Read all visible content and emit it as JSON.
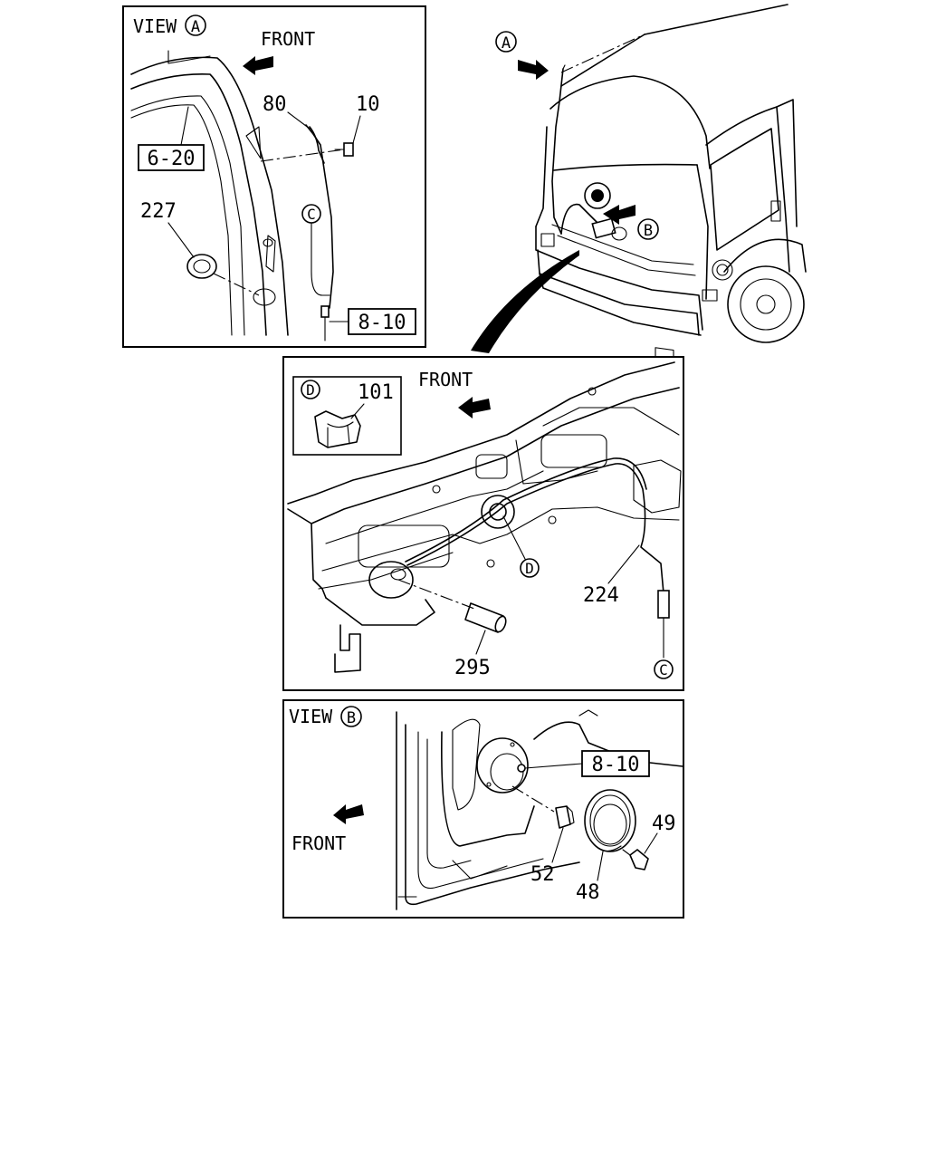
{
  "panels": {
    "view_a": {
      "view_label": "VIEW",
      "view_letter": "A",
      "front_label": "FRONT",
      "callouts": {
        "p80": "80",
        "p10": "10",
        "p227": "227",
        "ref_6_20": "6-20",
        "ref_8_10": "8-10",
        "circle_c": "C"
      }
    },
    "truck": {
      "arrow_a_letter": "A",
      "arrow_b_letter": "B"
    },
    "detail": {
      "front_label": "FRONT",
      "inset_letter": "D",
      "inset_part": "101",
      "callouts": {
        "circle_d": "D",
        "p224": "224",
        "p295": "295",
        "circle_c": "C"
      }
    },
    "view_b": {
      "view_label": "VIEW",
      "view_letter": "B",
      "front_label": "FRONT",
      "callouts": {
        "ref_8_10": "8-10",
        "p49": "49",
        "p52": "52",
        "p48": "48"
      }
    }
  }
}
